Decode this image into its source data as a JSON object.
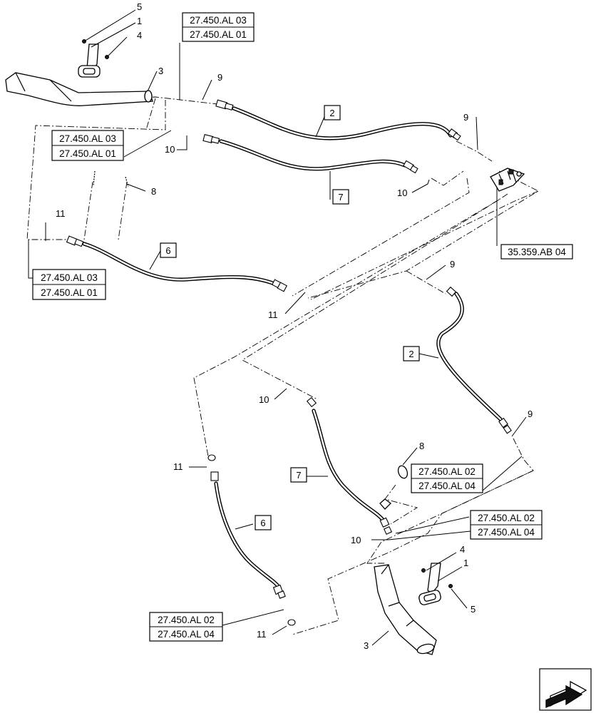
{
  "diagram": {
    "item_labels": {
      "n1_top": "1",
      "n3_top": "3",
      "n4_top": "4",
      "n5_top": "5",
      "n9_a": "9",
      "n9_b": "9",
      "n9_c": "9",
      "n9_d": "9",
      "n10_a": "10",
      "n10_b": "10",
      "n10_c": "10",
      "n10_d": "10",
      "n8_a": "8",
      "n8_b": "8",
      "n11_a": "11",
      "n11_b": "11",
      "n11_c": "11",
      "n11_d": "11",
      "n4_bottom": "4",
      "n1_bottom": "1",
      "n5_bottom": "5",
      "n3_bottom": "3"
    },
    "boxed_items": {
      "b2_top": "2",
      "b7_top": "7",
      "b6_top": "6",
      "b2_right": "2",
      "b7_bottom": "7",
      "b6_bottom": "6"
    },
    "references": {
      "r1_line1": "27.450.AL 03",
      "r1_line2": "27.450.AL 01",
      "r2_line1": "27.450.AL 03",
      "r2_line2": "27.450.AL 01",
      "r3_line1": "27.450.AL 03",
      "r3_line2": "27.450.AL 01",
      "r4": "35.359.AB 04",
      "r5_line1": "27.450.AL 02",
      "r5_line2": "27.450.AL 04",
      "r6_line1": "27.450.AL 02",
      "r6_line2": "27.450.AL 04",
      "r7_line1": "27.450.AL 02",
      "r7_line2": "27.450.AL 04"
    },
    "icons": {
      "nav": "next-page-arrow-icon"
    }
  }
}
